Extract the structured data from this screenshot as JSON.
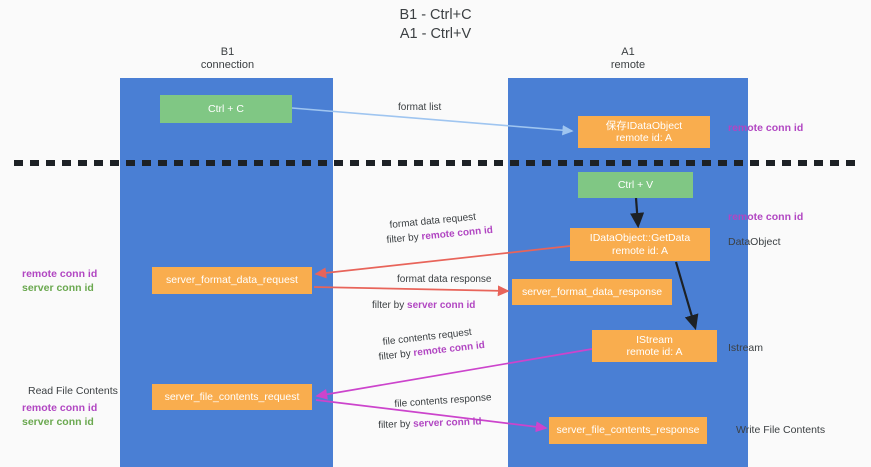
{
  "title": {
    "line1": "B1 - Ctrl+C",
    "line2": "A1 - Ctrl+V"
  },
  "lanes": [
    {
      "id": "b1",
      "title": "B1",
      "subtitle": "connection",
      "color": "#4a7fd4"
    },
    {
      "id": "a1",
      "title": "A1",
      "subtitle": "remote",
      "color": "#4a7fd4"
    }
  ],
  "nodes": {
    "ctrl_c": {
      "label": "Ctrl + C",
      "color": "#80c784"
    },
    "save_dataobject": {
      "label": "保存IDataObject",
      "sublabel": "remote id: A",
      "color": "#f9ad4e"
    },
    "ctrl_v": {
      "label": "Ctrl + V",
      "color": "#80c784"
    },
    "getdata": {
      "label": "IDataObject::GetData",
      "sublabel": "remote id: A",
      "color": "#f9ad4e"
    },
    "server_format_data_request": {
      "label": "server_format_data_request",
      "color": "#f9ad4e"
    },
    "server_format_data_response": {
      "label": "server_format_data_response",
      "color": "#f9ad4e"
    },
    "istream": {
      "label": "IStream",
      "sublabel": "remote id: A",
      "color": "#f9ad4e"
    },
    "server_file_contents_request": {
      "label": "server_file_contents_request",
      "color": "#f9ad4e"
    },
    "server_file_contents_response": {
      "label": "server_file_contents_response",
      "color": "#f9ad4e"
    }
  },
  "edges": {
    "format_list": {
      "label": "format list",
      "color": "#9fc5f0"
    },
    "format_data_request": {
      "label": "format data request",
      "filter_prefix": "filter by ",
      "filter_key": "remote conn id",
      "color": "#e8645a"
    },
    "format_data_response": {
      "label": "format data response",
      "filter_prefix": "filter by ",
      "filter_key": "server conn id",
      "color": "#e8645a"
    },
    "file_contents_request": {
      "label": "file contents request",
      "filter_prefix": "filter by ",
      "filter_key": "remote conn id",
      "color": "#cc44cc"
    },
    "file_contents_response": {
      "label": "file contents response",
      "filter_prefix": "filter by ",
      "filter_key": "server conn id",
      "color": "#cc44cc"
    }
  },
  "annotations": {
    "left_remote_conn_id": "remote conn id",
    "left_server_conn_id": "server conn id",
    "read_file_contents": "Read File Contents",
    "left2_remote_conn_id": "remote conn id",
    "left2_server_conn_id": "server conn id",
    "right_remote_conn_id_top": "remote conn id",
    "right_remote_conn_id_mid": "remote conn id",
    "right_dataobject": "DataObject",
    "right_istream": "Istream",
    "right_write_file_contents": "Write File Contents"
  },
  "colors": {
    "lane": "#4a7fd4",
    "node_green": "#80c784",
    "node_orange": "#f9ad4e",
    "key_purple": "#b146c2",
    "key_green": "#6aa84f",
    "divider": "#1d2125",
    "background": "#fafafa"
  }
}
